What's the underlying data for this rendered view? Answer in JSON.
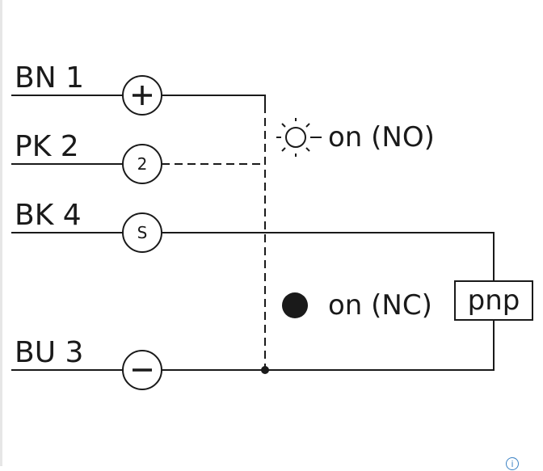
{
  "wires": [
    {
      "id": "bn1",
      "label": "BN 1",
      "terminal": "+"
    },
    {
      "id": "pk2",
      "label": "PK 2",
      "terminal": "2"
    },
    {
      "id": "bk4",
      "label": "BK 4",
      "terminal": "S"
    },
    {
      "id": "bu3",
      "label": "BU 3",
      "terminal": "−"
    }
  ],
  "status": {
    "no_label": "on (NO)",
    "nc_label": "on (NC)"
  },
  "output_type": "pnp",
  "icons": {
    "led_off": "led-off-icon",
    "led_on": "led-on-icon",
    "info": "info-icon"
  },
  "colors": {
    "line": "#1a1a1a",
    "info": "#3b82c4"
  }
}
